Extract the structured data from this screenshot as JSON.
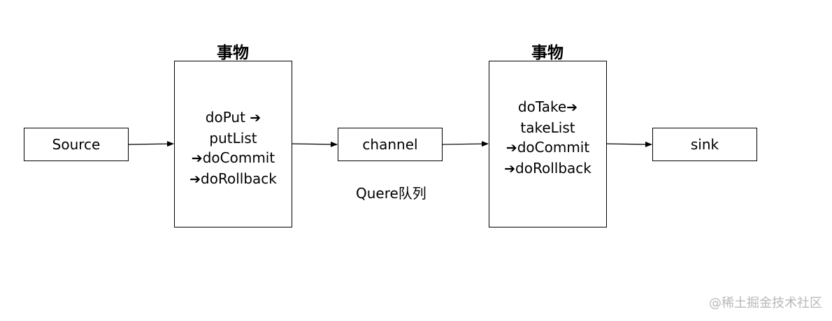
{
  "nodes": {
    "source": "Source",
    "channel": "channel",
    "sink": "sink"
  },
  "transaction_label": "事物",
  "put_transaction": {
    "title": "事物",
    "line1_text": "doPut",
    "line2_text": "putList",
    "line3_text": "doCommit",
    "line4_text": "doRollback"
  },
  "take_transaction": {
    "title": "事物",
    "line1_text": "doTake",
    "line2_text": "takeList",
    "line3_text": "doCommit",
    "line4_text": "doRollback"
  },
  "arrow_glyph": "➔",
  "queue_label": "Quere队列",
  "watermark": "@稀土掘金技术社区"
}
